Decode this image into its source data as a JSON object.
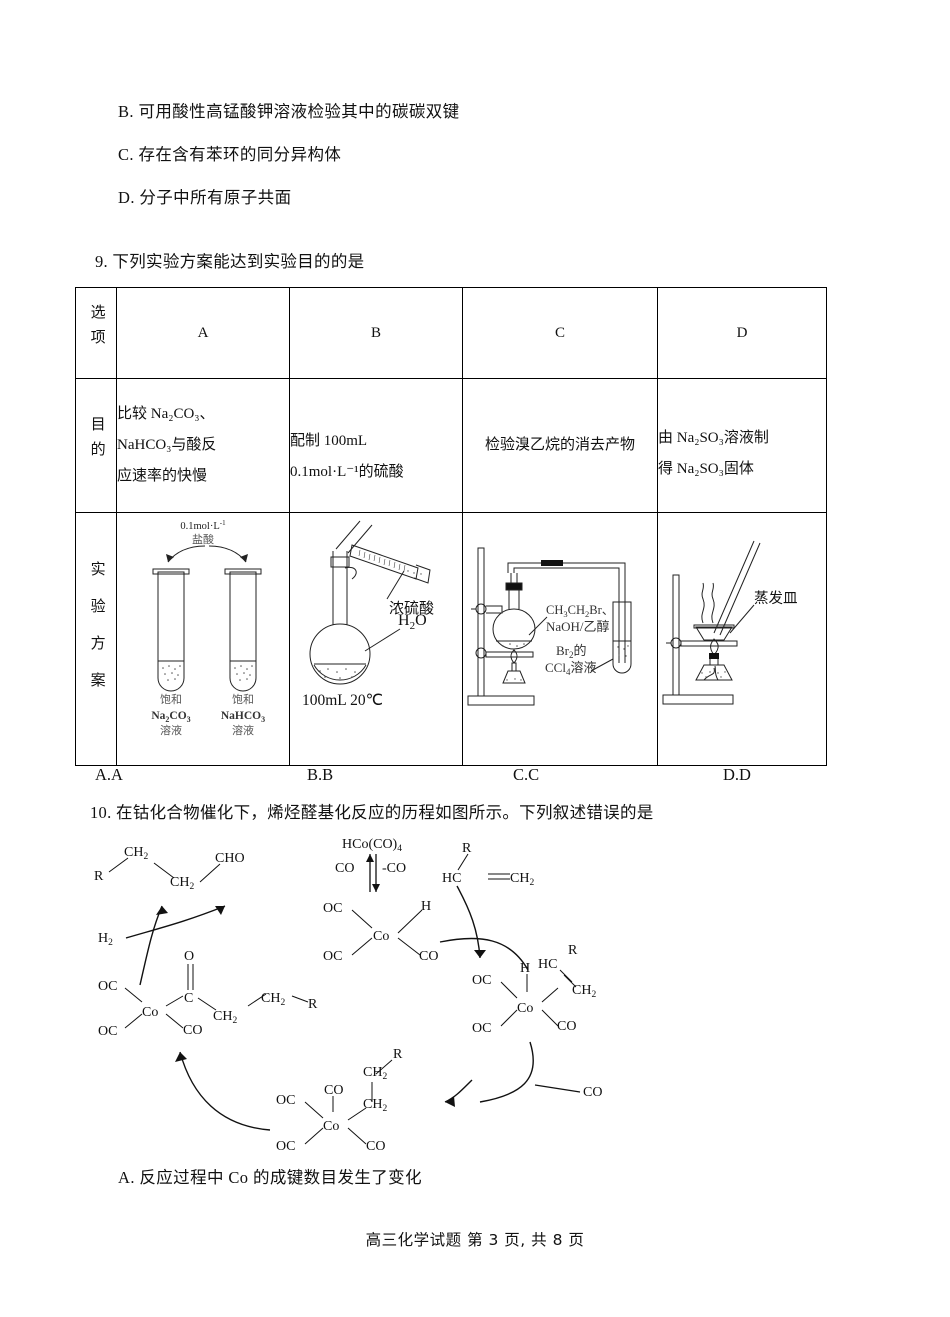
{
  "document": {
    "footer": "高三化学试题  第 3 页, 共 8 页"
  },
  "question8_options": [
    {
      "id": "B",
      "label": "B.",
      "text": "可用酸性高锰酸钾溶液检验其中的碳碳双键"
    },
    {
      "id": "C",
      "label": "C.",
      "text": "存在含有苯环的同分异构体"
    },
    {
      "id": "D",
      "label": "D.",
      "text": "分子中所有原子共面"
    }
  ],
  "question9": {
    "number": "9.",
    "stem": "下列实验方案能达到实验目的的是",
    "table": {
      "row_labels": {
        "options": "选项",
        "purpose": "目的",
        "scheme": "实验方案"
      },
      "columns": [
        "A",
        "B",
        "C",
        "D"
      ],
      "purposes": {
        "A": [
          "比较 Na₂CO₃、",
          "NaHCO₃与酸反",
          "应速率的快慢"
        ],
        "B": [
          "配制 100mL",
          "0.1mol·L⁻¹的硫酸"
        ],
        "C": [
          "检验溴乙烷的消去产物"
        ],
        "D": [
          "由 Na₂SO₃溶液制",
          "得 Na₂SO₃固体"
        ]
      },
      "diagram_labels": {
        "A": {
          "reagent_conc": "0.1mol·L",
          "reagent_exp": "-1",
          "reagent_name": "盐酸",
          "tube_left": [
            "饱和",
            "Na",
            "2",
            "CO",
            "3",
            "溶液"
          ],
          "tube_left_text": "饱和 Na₂CO₃ 溶液",
          "tube_right_text": "饱和 NaHCO₃ 溶液"
        },
        "B": {
          "acid": "浓硫酸",
          "water": "H₂O",
          "flask": "100mL 20℃"
        },
        "C": {
          "reagent1": "CH₃CH₂Br、",
          "reagent2": "NaOH/乙醇",
          "reagent3": "Br₂的",
          "reagent4": "CCl₄溶液"
        },
        "D": {
          "dish": "蒸发皿"
        }
      }
    },
    "answers": [
      {
        "label": "A.",
        "value": "A"
      },
      {
        "label": "B.",
        "value": "B"
      },
      {
        "label": "C.",
        "value": "C"
      },
      {
        "label": "D.",
        "value": "D"
      }
    ]
  },
  "question10": {
    "number": "10.",
    "stem": "在钴化合物催化下，烯烃醛基化反应的历程如图所示。下列叙述错误的是",
    "cycle_labels": {
      "catalyst": "HCo(CO)",
      "catalyst_sub": "4",
      "co_in": "CO",
      "co_out": "-CO",
      "hydrogen": "H",
      "hydrogen_sub": "2",
      "product_r": "R",
      "product_ch2_a": "CH",
      "product_ch2_b": "CH",
      "product_cho": "CHO",
      "alkene_r": "R",
      "alkene_hc": "HC",
      "alkene_ch2": "CH",
      "co_free": "CO",
      "ligand_oc": "OC",
      "ligand_co": "CO",
      "metal": "Co",
      "ligand_h": "H",
      "ligand_r": "R",
      "ligand_ch2": "CH",
      "carbonyl_o": "O",
      "carbonyl_c": "C"
    },
    "options": [
      {
        "id": "A",
        "label": "A.",
        "text": "反应过程中 Co 的成键数目发生了变化"
      }
    ]
  }
}
